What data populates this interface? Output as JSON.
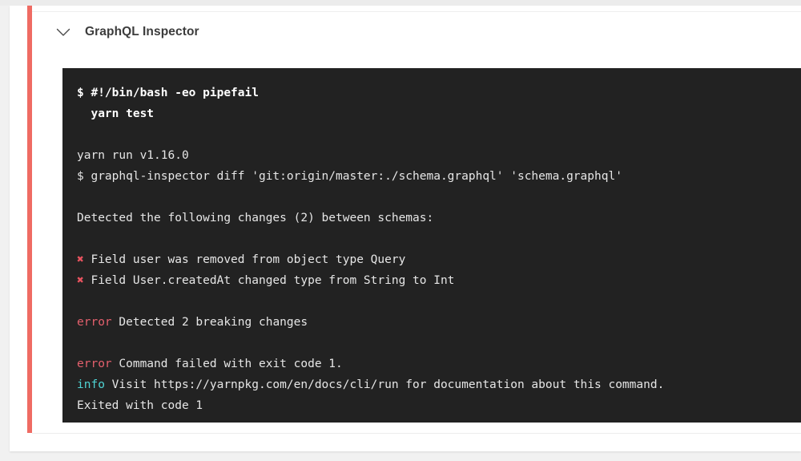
{
  "job": {
    "title": "GraphQL Inspector",
    "collapse_icon": "chevron-down-icon",
    "status_color": "#ef6b63"
  },
  "terminal": {
    "background": "#222222",
    "text_color": "#e6e6e6",
    "error_color": "#e4606d",
    "info_color": "#4fd3d3",
    "cross_color": "#e8535f",
    "cross_glyph": "✖",
    "lines": [
      {
        "kind": "command",
        "text": "$ #!/bin/bash -eo pipefail"
      },
      {
        "kind": "command",
        "text": "  yarn test"
      },
      {
        "kind": "blank",
        "text": ""
      },
      {
        "kind": "plain",
        "text": "yarn run v1.16.0"
      },
      {
        "kind": "plain",
        "text": "$ graphql-inspector diff 'git:origin/master:./schema.graphql' 'schema.graphql'"
      },
      {
        "kind": "blank",
        "text": ""
      },
      {
        "kind": "plain",
        "text": "Detected the following changes (2) between schemas:"
      },
      {
        "kind": "blank",
        "text": ""
      },
      {
        "kind": "cross",
        "prefix": "✖",
        "text": " Field user was removed from object type Query"
      },
      {
        "kind": "cross",
        "prefix": "✖",
        "text": " Field User.createdAt changed type from String to Int"
      },
      {
        "kind": "blank",
        "text": ""
      },
      {
        "kind": "error",
        "prefix": "error",
        "text": " Detected 2 breaking changes"
      },
      {
        "kind": "blank",
        "text": ""
      },
      {
        "kind": "error",
        "prefix": "error",
        "text": " Command failed with exit code 1."
      },
      {
        "kind": "info",
        "prefix": "info",
        "text": " Visit https://yarnpkg.com/en/docs/cli/run for documentation about this command."
      },
      {
        "kind": "plain",
        "text": "Exited with code 1"
      }
    ]
  }
}
